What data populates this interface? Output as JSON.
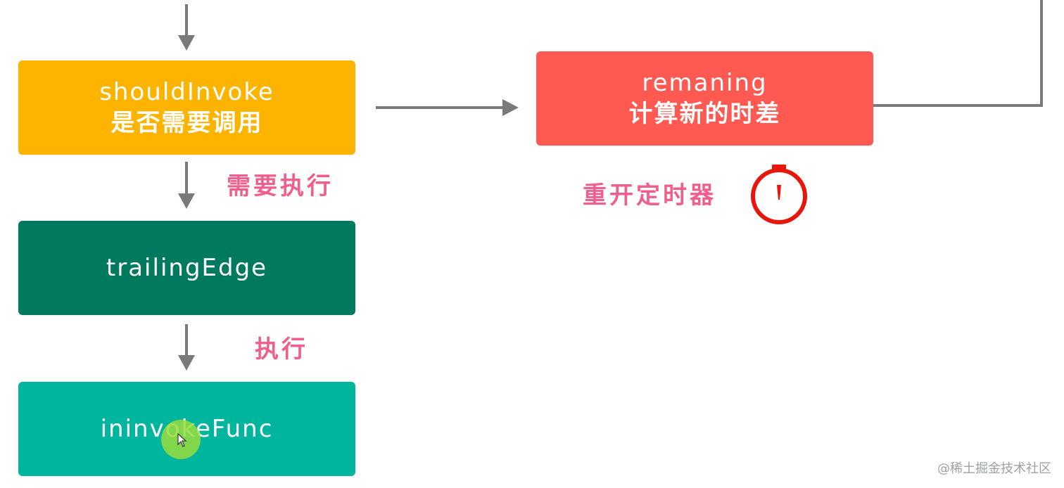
{
  "nodes": {
    "should_invoke": {
      "title": "shouldInvoke",
      "subtitle": "是否需要调用"
    },
    "remaining": {
      "title": "remaning",
      "subtitle": "计算新的时差"
    },
    "trailing_edge": {
      "title": "trailingEdge"
    },
    "invoke_func": {
      "title": "ininvokeFunc"
    }
  },
  "labels": {
    "need_exec": "需要执行",
    "exec": "执行",
    "restart_timer": "重开定时器"
  },
  "icons": {
    "timer": "stopwatch-icon",
    "cursor": "mouse-pointer-icon"
  },
  "watermark": "@稀土掘金技术社区",
  "colors": {
    "should_invoke": "#FDB400",
    "remaining": "#FF5A51",
    "trailing_edge": "#007A5E",
    "invoke_func": "#00B59E",
    "label_pink": "#EF5F8B",
    "arrow_gray": "#7a7a7a",
    "timer_red": "#E8150B"
  }
}
